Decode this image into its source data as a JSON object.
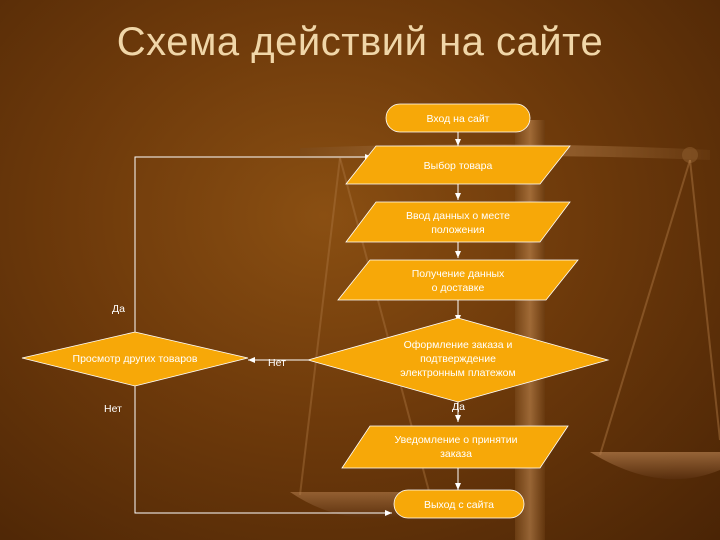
{
  "title": "Схема действий на сайте",
  "nodes": {
    "enter": "Вход на сайт",
    "select": "Выбор товара",
    "location_1": "Ввод данных о месте",
    "location_2": "положения",
    "delivery_1": "Получение данных",
    "delivery_2": "о доставке",
    "browse": "Просмотр других товаров",
    "order_1": "Оформление заказа и",
    "order_2": "подтверждение",
    "order_3": "электронным платежом",
    "notify_1": "Уведомление о принятии",
    "notify_2": "заказа",
    "exit": "Выход с сайта"
  },
  "edges": {
    "yes_top": "Да",
    "no_left": "Нет",
    "no_middle": "Нет",
    "yes_order": "Да"
  },
  "colors": {
    "shape_fill": "#f7a808",
    "shape_stroke": "#ffffff",
    "connector": "#ffffff",
    "title": "#f0d6a8"
  }
}
